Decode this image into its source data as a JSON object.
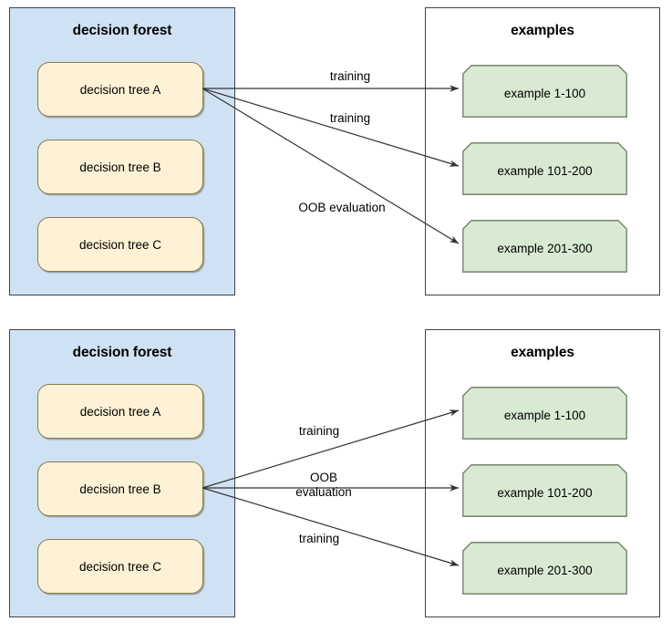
{
  "diagrams": [
    {
      "id": "top",
      "forest": {
        "title": "decision forest",
        "trees": [
          {
            "label": "decision tree A"
          },
          {
            "label": "decision tree B"
          },
          {
            "label": "decision tree C"
          }
        ]
      },
      "examples": {
        "title": "examples",
        "items": [
          {
            "label": "example 1-100"
          },
          {
            "label": "example 101-200"
          },
          {
            "label": "example 201-300"
          }
        ]
      },
      "edges": [
        {
          "label": "training",
          "from": "decision tree A",
          "to": "example 1-100"
        },
        {
          "label": "training",
          "from": "decision tree A",
          "to": "example 101-200"
        },
        {
          "label": "OOB evaluation",
          "from": "decision tree A",
          "to": "example 201-300"
        }
      ]
    },
    {
      "id": "bottom",
      "forest": {
        "title": "decision forest",
        "trees": [
          {
            "label": "decision tree A"
          },
          {
            "label": "decision tree B"
          },
          {
            "label": "decision tree C"
          }
        ]
      },
      "examples": {
        "title": "examples",
        "items": [
          {
            "label": "example 1-100"
          },
          {
            "label": "example 101-200"
          },
          {
            "label": "example 201-300"
          }
        ]
      },
      "edges": [
        {
          "label": "training",
          "from": "decision tree B",
          "to": "example 1-100"
        },
        {
          "label": "OOB\nevaluation",
          "from": "decision tree B",
          "to": "example 101-200"
        },
        {
          "label": "training",
          "from": "decision tree B",
          "to": "example 201-300"
        }
      ]
    }
  ],
  "colors": {
    "forest_fill": "#cfe2f3",
    "tree_fill": "#fdf2d5",
    "tree_stroke": "#8c7b4a",
    "example_fill": "#d9ead3",
    "example_stroke": "#6b7a62",
    "panel_stroke": "#444444",
    "connector_stroke": "#333333",
    "background": "#ffffff"
  }
}
